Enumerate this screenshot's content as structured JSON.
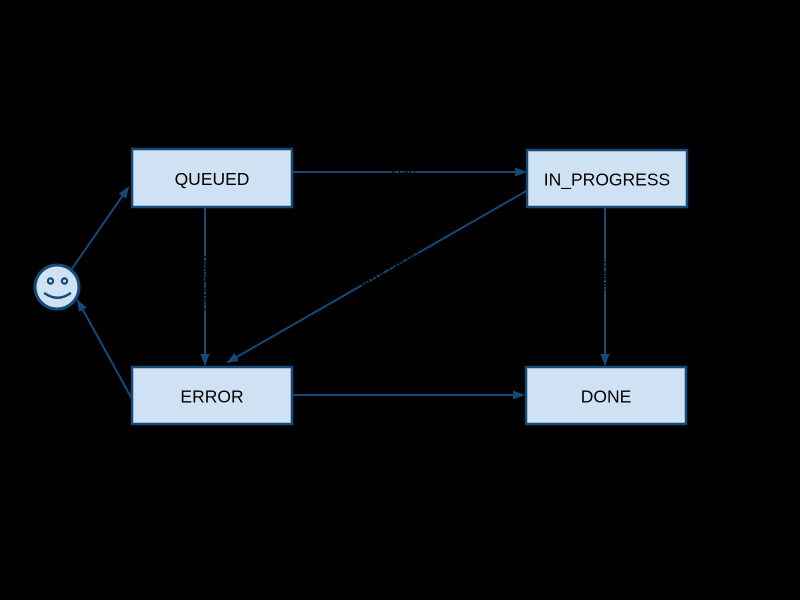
{
  "diagram": {
    "type": "state-machine",
    "colors": {
      "background": "#000000",
      "node_fill": "#cfe2f3",
      "node_stroke": "#154a78",
      "edge": "#154a78",
      "node_text": "#000000",
      "edge_label_text": "#000000"
    },
    "start_marker": {
      "icon": "smiley-face-icon",
      "description": "initial/actor state drawn as a smiley face circle"
    },
    "states": [
      {
        "id": "queued",
        "label": "QUEUED"
      },
      {
        "id": "in_progress",
        "label": "IN_PROGRESS"
      },
      {
        "id": "error",
        "label": "ERROR"
      },
      {
        "id": "done",
        "label": "DONE"
      }
    ],
    "edges": [
      {
        "from": "start",
        "to": "queued",
        "label": ""
      },
      {
        "from": "queued",
        "to": "in_progress",
        "label": "start"
      },
      {
        "from": "queued",
        "to": "error",
        "label": "cancelled"
      },
      {
        "from": "in_progress",
        "to": "error",
        "label": "error raised"
      },
      {
        "from": "in_progress",
        "to": "done",
        "label": "finish"
      },
      {
        "from": "error",
        "to": "done",
        "label": ""
      },
      {
        "from": "error",
        "to": "start",
        "label": ""
      }
    ]
  }
}
